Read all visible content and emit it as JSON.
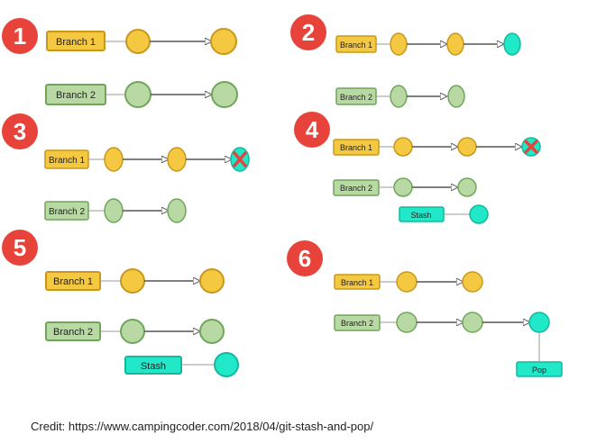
{
  "colors": {
    "branch1_fill": "#f5c842",
    "branch1_stroke": "#c9981a",
    "branch2_fill": "#b9d9a4",
    "branch2_stroke": "#6fa65a",
    "stash_fill": "#20e8c8",
    "stash_stroke": "#14b89c",
    "step_badge": "#e8433a",
    "delete_mark": "#e0463e",
    "line": "#555555"
  },
  "labels": {
    "branch1": "Branch 1",
    "branch2": "Branch 2",
    "stash": "Stash",
    "pop": "Pop"
  },
  "steps": [
    {
      "number": "1",
      "description": ""
    },
    {
      "number": "2",
      "description": ""
    },
    {
      "number": "3",
      "description": ""
    },
    {
      "number": "4",
      "description": ""
    },
    {
      "number": "5",
      "description": ""
    },
    {
      "number": "6",
      "description": ""
    }
  ],
  "credit": "Credit: https://www.campingcoder.com/2018/04/git-stash-and-pop/"
}
